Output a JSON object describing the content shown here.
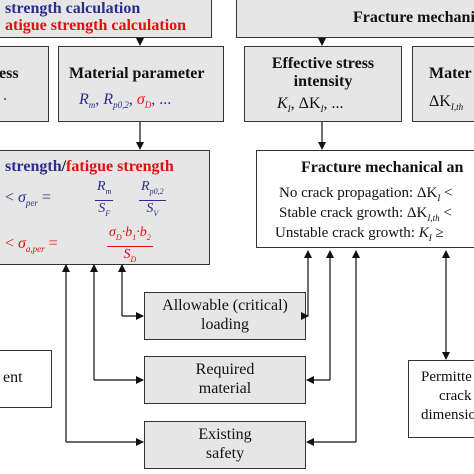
{
  "colors": {
    "blue": "#2b2d8f",
    "red": "#e01010",
    "box_fill": "#e6e6e6",
    "line": "#111111"
  },
  "top_left": {
    "line1": "strength calculation",
    "line2": "atigue strength calculation"
  },
  "top_right": {
    "title": "Fracture mechanic"
  },
  "stress_box": {
    "label": "ess",
    "dots": "."
  },
  "material_box": {
    "title": "Material parameter",
    "r_m": "R",
    "r_m_sub": "m",
    "sep1": ",",
    "r_p": "R",
    "r_p_sub": "p0,2",
    "sep2": ",",
    "sigma_d": "σ",
    "sigma_d_sub": "D",
    "tail": ", ..."
  },
  "effective_box": {
    "title1": "Effective stress",
    "title2": "intensity",
    "k1": "K",
    "k1_sub": "I",
    "sep": ", ΔK",
    "k2_sub": "I",
    "tail": ", ..."
  },
  "mater_box": {
    "title": "Mater",
    "delta_k": "ΔK",
    "delta_k_sub": "I,th"
  },
  "strength_box": {
    "title_strength": "strength",
    "slash": "/",
    "title_fatigue": "fatigue strength",
    "row1_lt": "<",
    "row1_sigma": "σ",
    "row1_sub": "per",
    "row1_eq": "=",
    "row1_num1": "R",
    "row1_num1_sub": "m",
    "row1_den1": "S",
    "row1_den1_sub": "F",
    "row1_num2": "R",
    "row1_num2_sub": "p0,2",
    "row1_den2": "S",
    "row1_den2_sub": "V",
    "row2_lt": "<",
    "row2_sigma": "σ",
    "row2_sub": "a,per",
    "row2_eq": "=",
    "row2_num": "σ",
    "row2_num_sub": "D",
    "row2_num_tail": "·b",
    "row2_num_b1": "1",
    "row2_num_dot": "·b",
    "row2_num_b2": "2",
    "row2_den": "S",
    "row2_den_sub": "D"
  },
  "fracture_analysis_box": {
    "title": "Fracture mechanical an",
    "row1_text": "No crack propagation:",
    "row1_math": "ΔK",
    "row1_sub": "I",
    "row1_tail": " <",
    "row2_text": "Stable crack growth:",
    "row2_math": "ΔK",
    "row2_sub": "I,th",
    "row2_tail": " <",
    "row3_text": "Unstable crack growth:",
    "row3_math": "K",
    "row3_sub": "I",
    "row3_tail": " ≥"
  },
  "allowable_box": {
    "line1": "Allowable (critical)",
    "line2": "loading"
  },
  "required_box": {
    "line1": "Required",
    "line2": "material"
  },
  "existing_box": {
    "line1": "Existing",
    "line2": "safety"
  },
  "left_box": {
    "label": "ent"
  },
  "permitted_box": {
    "line1": "Permitte",
    "line2": "crack",
    "line3": "dimensio"
  }
}
